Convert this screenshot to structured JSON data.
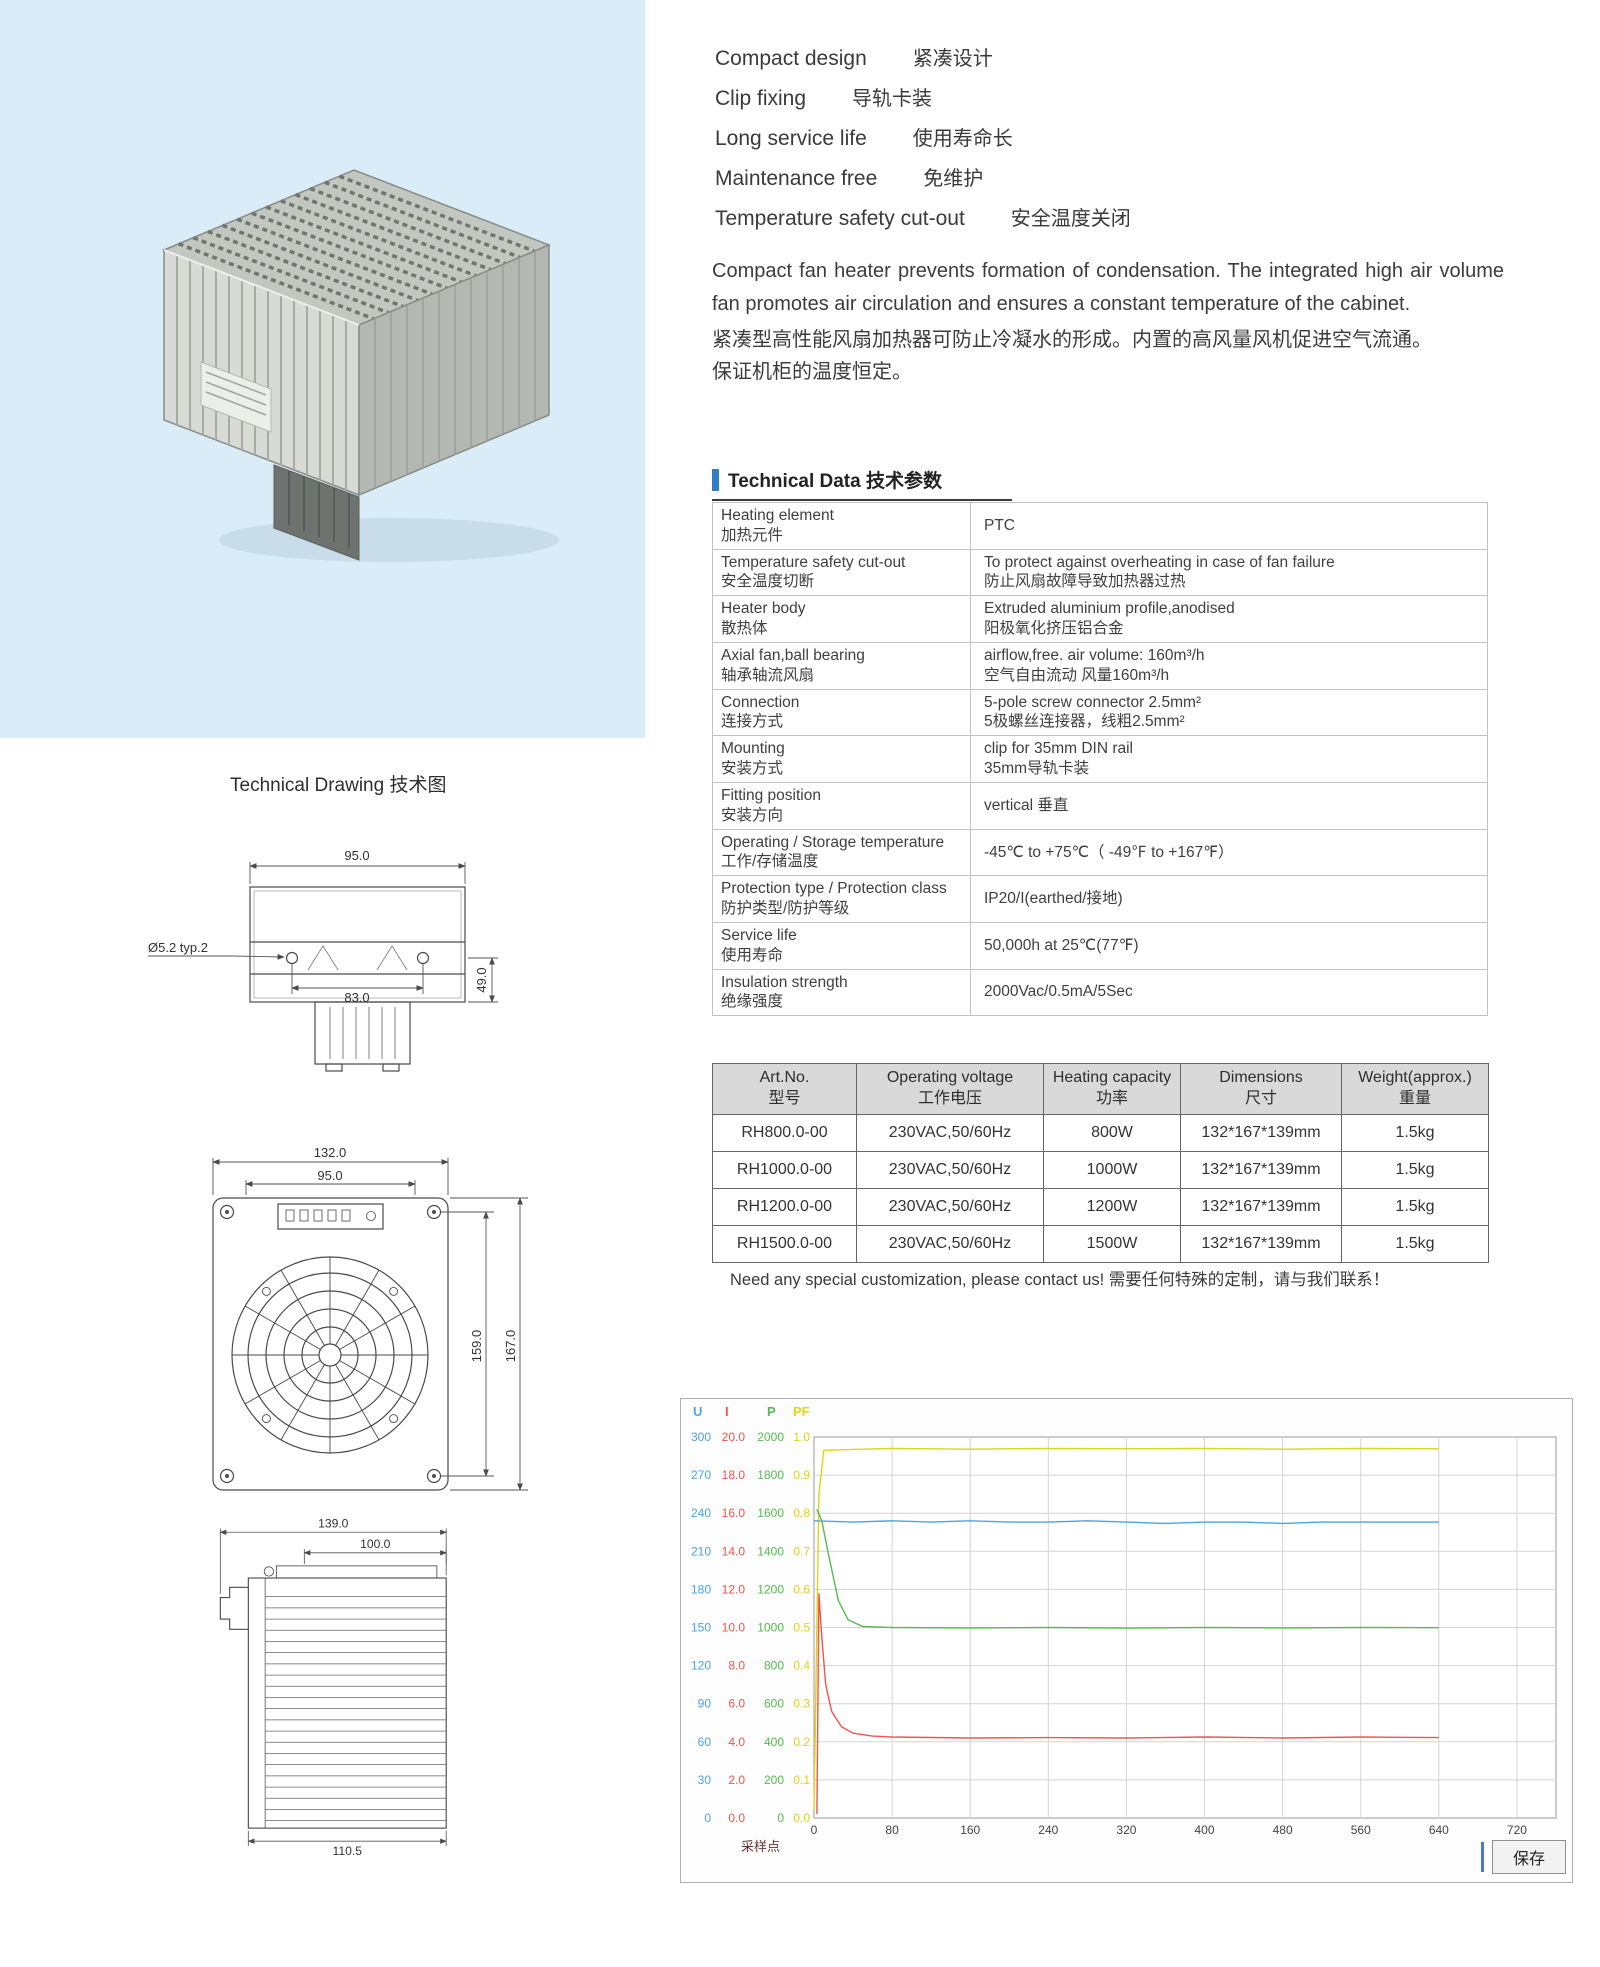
{
  "features": [
    {
      "en": "Compact design",
      "zh": "紧凑设计"
    },
    {
      "en": "Clip fixing",
      "zh": "导轨卡装"
    },
    {
      "en": "Long service life",
      "zh": "使用寿命长"
    },
    {
      "en": "Maintenance free",
      "zh": "免维护"
    },
    {
      "en": "Temperature safety cut-out",
      "zh": "安全温度关闭"
    }
  ],
  "description": {
    "en": "Compact fan heater prevents formation of condensation. The integrated high air volume fan promotes air circulation and ensures a constant temperature of the cabinet.",
    "zh_line1": "紧凑型高性能风扇加热器可防止冷凝水的形成。内置的高风量风机促进空气流通。",
    "zh_line2": "保证机柜的温度恒定。"
  },
  "tech_data": {
    "title": "Technical Data 技术参数",
    "rows": [
      {
        "label_en": "Heating element",
        "label_zh": "加热元件",
        "value_en": "PTC",
        "value_zh": ""
      },
      {
        "label_en": "Temperature safety cut-out",
        "label_zh": "安全温度切断",
        "value_en": "To protect against overheating in case of fan failure",
        "value_zh": "防止风扇故障导致加热器过热"
      },
      {
        "label_en": "Heater body",
        "label_zh": "散热体",
        "value_en": "Extruded aluminium  profile,anodised",
        "value_zh": "阳极氧化挤压铝合金"
      },
      {
        "label_en": "Axial fan,ball bearing",
        "label_zh": "轴承轴流风扇",
        "value_en": "airflow,free.    air volume: 160m³/h",
        "value_zh": "空气自由流动  风量160m³/h"
      },
      {
        "label_en": "Connection",
        "label_zh": "连接方式",
        "value_en": "5-pole screw connector 2.5mm²",
        "value_zh": "5极螺丝连接器，线粗2.5mm²"
      },
      {
        "label_en": "Mounting",
        "label_zh": "安装方式",
        "value_en": "clip for 35mm DIN rail",
        "value_zh": "35mm导轨卡装"
      },
      {
        "label_en": "Fitting position",
        "label_zh": "安装方向",
        "value_en": "vertical 垂直",
        "value_zh": ""
      },
      {
        "label_en": "Operating / Storage temperature",
        "label_zh": "工作/存储温度",
        "value_en": "-45℃ to +75℃（ -49℉ to +167℉）",
        "value_zh": ""
      },
      {
        "label_en": "Protection type / Protection class",
        "label_zh": "防护类型/防护等级",
        "value_en": "IP20/I(earthed/接地)",
        "value_zh": ""
      },
      {
        "label_en": "Service life",
        "label_zh": "使用寿命",
        "value_en": "50,000h at 25℃(77℉)",
        "value_zh": ""
      },
      {
        "label_en": "Insulation strength",
        "label_zh": "绝缘强度",
        "value_en": "2000Vac/0.5mA/5Sec",
        "value_zh": ""
      }
    ]
  },
  "product_table": {
    "headers": [
      {
        "en": "Art.No.",
        "zh": "型号"
      },
      {
        "en": "Operating voltage",
        "zh": "工作电压"
      },
      {
        "en": "Heating capacity",
        "zh": "功率"
      },
      {
        "en": "Dimensions",
        "zh": "尺寸"
      },
      {
        "en": "Weight(approx.)",
        "zh": "重量"
      }
    ],
    "rows": [
      [
        "RH800.0-00",
        "230VAC,50/60Hz",
        "800W",
        "132*167*139mm",
        "1.5kg"
      ],
      [
        "RH1000.0-00",
        "230VAC,50/60Hz",
        "1000W",
        "132*167*139mm",
        "1.5kg"
      ],
      [
        "RH1200.0-00",
        "230VAC,50/60Hz",
        "1200W",
        "132*167*139mm",
        "1.5kg"
      ],
      [
        "RH1500.0-00",
        "230VAC,50/60Hz",
        "1500W",
        "132*167*139mm",
        "1.5kg"
      ]
    ]
  },
  "note": "Need any special customization, please contact us!  需要任何特殊的定制，请与我们联系！",
  "drawing": {
    "title": "Technical Drawing 技术图",
    "top_view": {
      "dim_width": "95.0",
      "dim_holes": "83.0",
      "dim_depth": "49.0",
      "hole_callout": "Ø5.2 typ.2"
    },
    "front_view": {
      "dim_width": "132.0",
      "dim_inner_width": "95.0",
      "dim_inner_height": "159.0",
      "dim_height": "167.0"
    },
    "side_view": {
      "dim_width": "139.0",
      "dim_inner_width": "100.0",
      "dim_bottom": "110.5"
    }
  },
  "chart_data": {
    "type": "line",
    "title": "",
    "x_axis": {
      "label": "采样点",
      "min": 0,
      "max": 760,
      "ticks": [
        0,
        80,
        160,
        240,
        320,
        400,
        480,
        560,
        640,
        720
      ]
    },
    "y_axes": [
      {
        "name": "U",
        "color": "#4da3e8",
        "max": 300,
        "ticks": [
          "300",
          "270",
          "240",
          "210",
          "180",
          "150",
          "120",
          "90",
          "60",
          "30",
          "0"
        ]
      },
      {
        "name": "I",
        "color": "#f0554b",
        "max": 20,
        "ticks": [
          "20.0",
          "18.0",
          "16.0",
          "14.0",
          "12.0",
          "10.0",
          "8.0",
          "6.0",
          "4.0",
          "2.0",
          "0.0"
        ]
      },
      {
        "name": "P",
        "color": "#55bb4e",
        "max": 2000,
        "ticks": [
          "2000",
          "1800",
          "1600",
          "1400",
          "1200",
          "1000",
          "800",
          "600",
          "400",
          "200",
          "0"
        ]
      },
      {
        "name": "PF",
        "color": "#ddd516",
        "max": 1,
        "ticks": [
          "1.0",
          "0.9",
          "0.8",
          "0.7",
          "0.6",
          "0.5",
          "0.4",
          "0.3",
          "0.2",
          "0.1",
          "0.0"
        ]
      }
    ],
    "series": [
      {
        "name": "PF",
        "axis": "PF",
        "color": "#ddd516",
        "points": [
          [
            0,
            0.02
          ],
          [
            5,
            0.85
          ],
          [
            10,
            0.965
          ],
          [
            80,
            0.97
          ],
          [
            160,
            0.968
          ],
          [
            240,
            0.97
          ],
          [
            320,
            0.969
          ],
          [
            400,
            0.97
          ],
          [
            480,
            0.968
          ],
          [
            560,
            0.97
          ],
          [
            640,
            0.969
          ]
        ]
      },
      {
        "name": "U",
        "axis": "U",
        "color": "#4da3e8",
        "points": [
          [
            0,
            234
          ],
          [
            40,
            233
          ],
          [
            80,
            234
          ],
          [
            120,
            233
          ],
          [
            160,
            234
          ],
          [
            200,
            233
          ],
          [
            240,
            233
          ],
          [
            280,
            234
          ],
          [
            320,
            233
          ],
          [
            360,
            232
          ],
          [
            400,
            233
          ],
          [
            440,
            233
          ],
          [
            480,
            232
          ],
          [
            520,
            233
          ],
          [
            560,
            233
          ],
          [
            600,
            233
          ],
          [
            640,
            233
          ]
        ]
      },
      {
        "name": "P",
        "axis": "P",
        "color": "#55bb4e",
        "points": [
          [
            3,
            1620
          ],
          [
            8,
            1560
          ],
          [
            15,
            1380
          ],
          [
            25,
            1140
          ],
          [
            35,
            1040
          ],
          [
            50,
            1005
          ],
          [
            80,
            1000
          ],
          [
            160,
            998
          ],
          [
            240,
            1000
          ],
          [
            320,
            997
          ],
          [
            400,
            1000
          ],
          [
            480,
            998
          ],
          [
            560,
            1000
          ],
          [
            640,
            999
          ]
        ]
      },
      {
        "name": "I",
        "axis": "I",
        "color": "#f0554b",
        "points": [
          [
            3,
            0.2
          ],
          [
            5,
            11.8
          ],
          [
            8,
            9.5
          ],
          [
            12,
            7.0
          ],
          [
            18,
            5.6
          ],
          [
            28,
            4.8
          ],
          [
            40,
            4.45
          ],
          [
            60,
            4.3
          ],
          [
            80,
            4.25
          ],
          [
            160,
            4.2
          ],
          [
            240,
            4.22
          ],
          [
            320,
            4.2
          ],
          [
            400,
            4.25
          ],
          [
            480,
            4.2
          ],
          [
            560,
            4.25
          ],
          [
            640,
            4.22
          ]
        ]
      }
    ],
    "grid": true,
    "legend": "none",
    "save_label": "保存"
  }
}
